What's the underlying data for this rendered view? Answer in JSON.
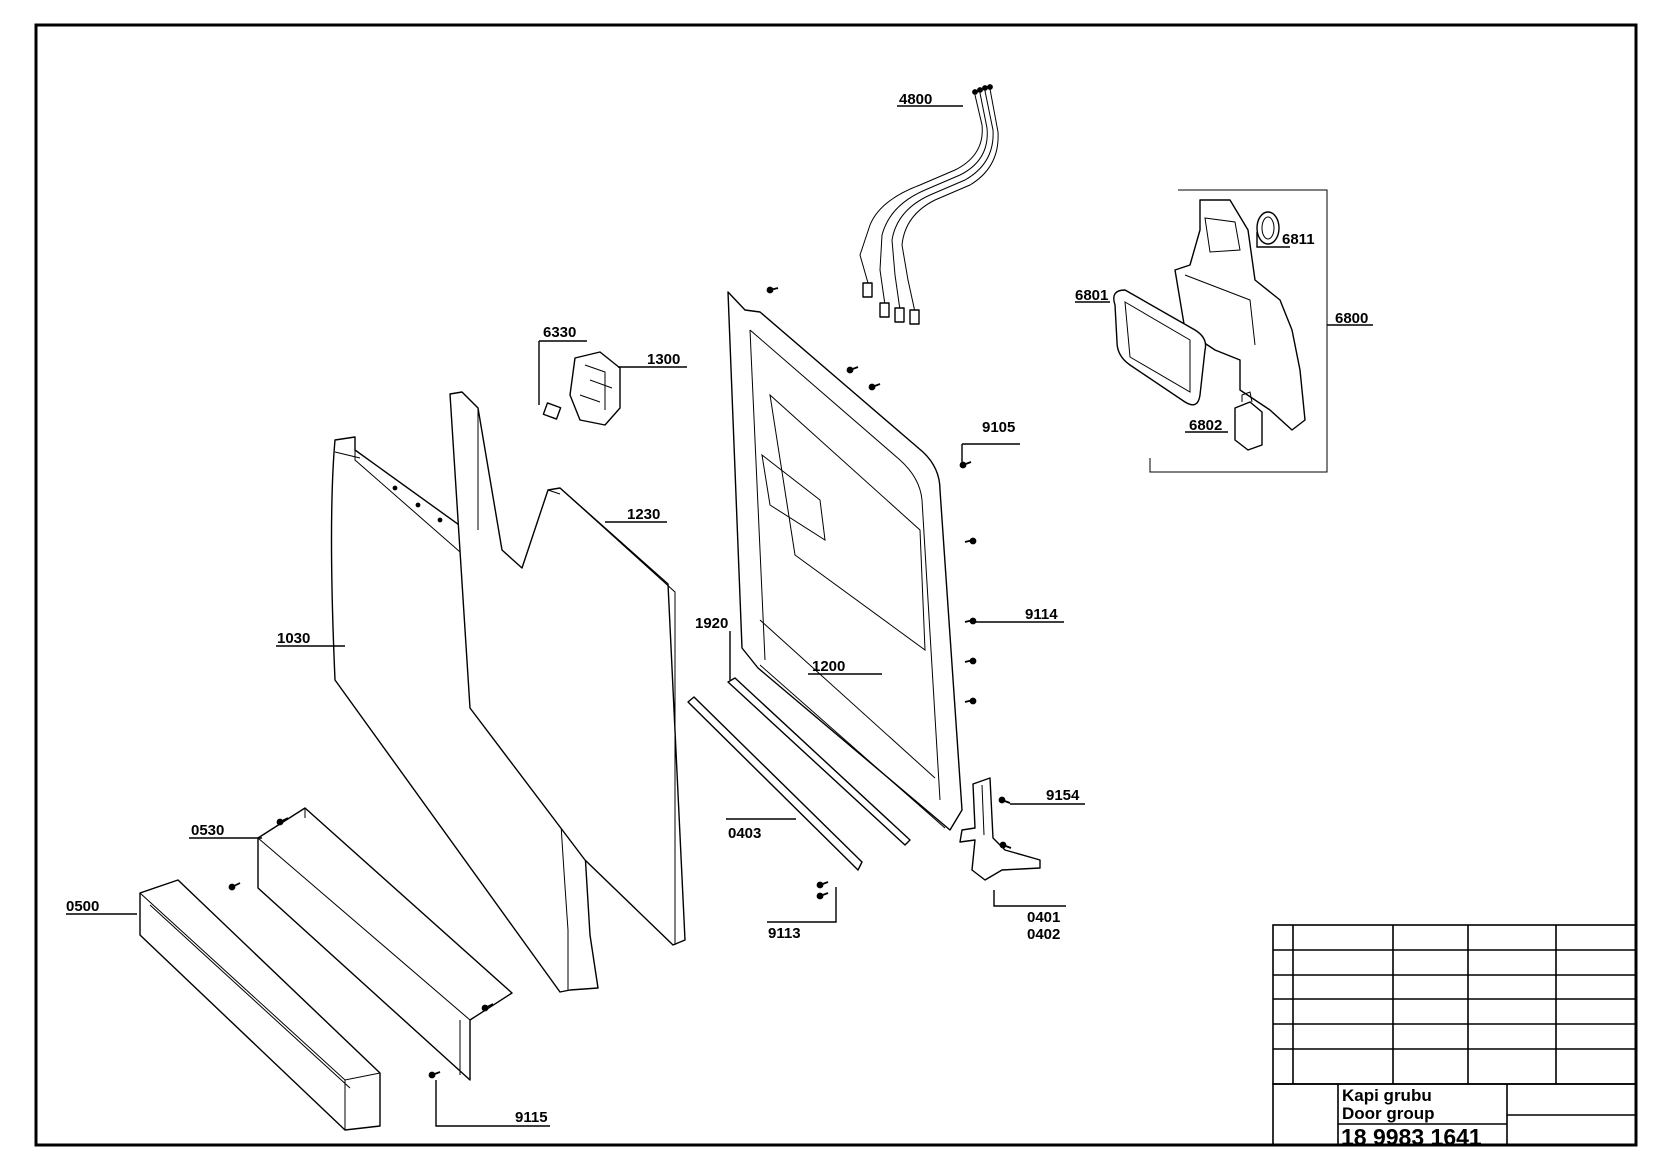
{
  "drawing": {
    "parts": [
      {
        "key": "4800",
        "label": "4800"
      },
      {
        "key": "6811",
        "label": "6811"
      },
      {
        "key": "6801",
        "label": "6801"
      },
      {
        "key": "6800",
        "label": "6800"
      },
      {
        "key": "6802",
        "label": "6802"
      },
      {
        "key": "6330",
        "label": "6330"
      },
      {
        "key": "1300",
        "label": "1300"
      },
      {
        "key": "9105",
        "label": "9105"
      },
      {
        "key": "1230",
        "label": "1230"
      },
      {
        "key": "1030",
        "label": "1030"
      },
      {
        "key": "9114",
        "label": "9114"
      },
      {
        "key": "1920",
        "label": "1920"
      },
      {
        "key": "1200",
        "label": "1200"
      },
      {
        "key": "9154",
        "label": "9154"
      },
      {
        "key": "0530",
        "label": "0530"
      },
      {
        "key": "0403",
        "label": "0403"
      },
      {
        "key": "0500",
        "label": "0500"
      },
      {
        "key": "9113",
        "label": "9113"
      },
      {
        "key": "0401",
        "label": "0401"
      },
      {
        "key": "0402",
        "label": "0402"
      },
      {
        "key": "9115",
        "label": "9115"
      }
    ]
  },
  "title_block": {
    "title_tr": "Kapi grubu",
    "title_en": "Door group",
    "drawing_number": "18 9983 1641"
  }
}
